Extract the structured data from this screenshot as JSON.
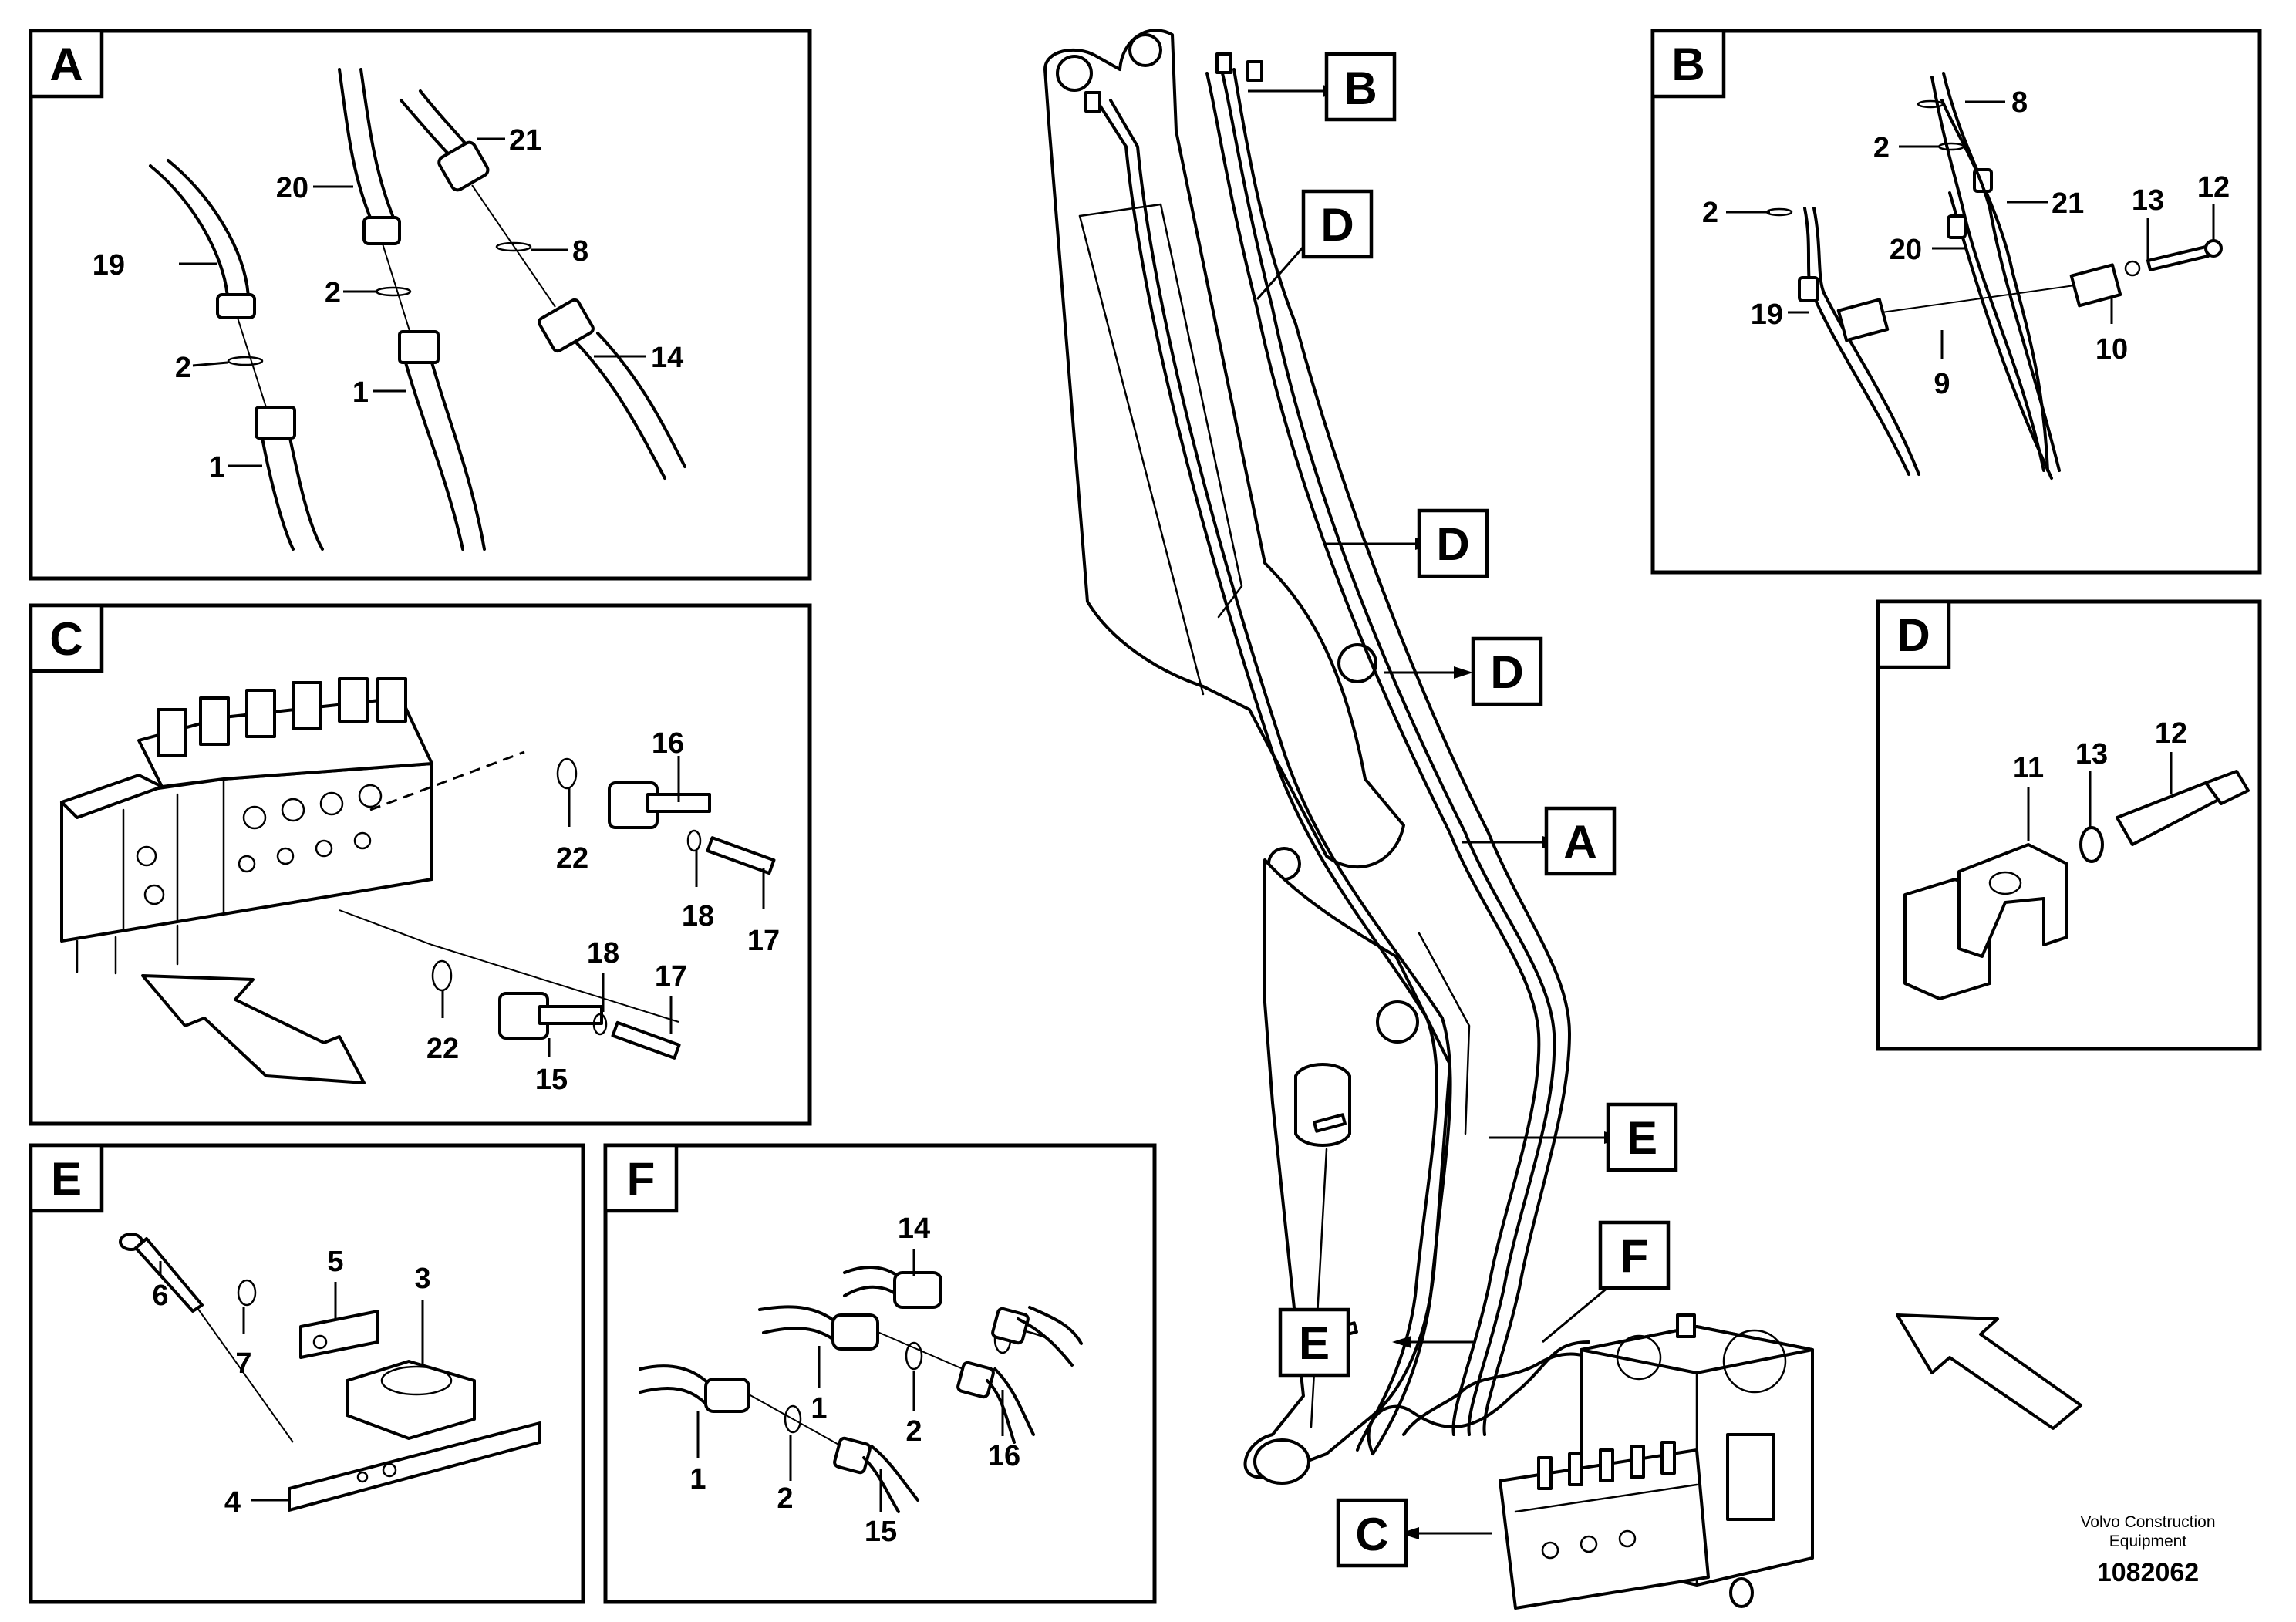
{
  "panels": {
    "A": {
      "tag": "A",
      "parts": [
        "19",
        "2",
        "1",
        "20",
        "2",
        "1",
        "21",
        "8",
        "14"
      ]
    },
    "B": {
      "tag": "B",
      "parts": [
        "8",
        "2",
        "2",
        "21",
        "20",
        "19",
        "13",
        "12",
        "10",
        "9"
      ]
    },
    "C": {
      "tag": "C",
      "parts": [
        "16",
        "22",
        "18",
        "17",
        "18",
        "17",
        "22",
        "15"
      ]
    },
    "D": {
      "tag": "D",
      "parts": [
        "11",
        "13",
        "12"
      ]
    },
    "E": {
      "tag": "E",
      "parts": [
        "6",
        "5",
        "3",
        "7",
        "4"
      ]
    },
    "F": {
      "tag": "F",
      "parts": [
        "14",
        "1",
        "2",
        "16",
        "1",
        "2",
        "15"
      ]
    }
  },
  "callouts": [
    "B",
    "D",
    "D",
    "D",
    "A",
    "E",
    "E",
    "F",
    "C"
  ],
  "footer": {
    "brand_line1": "Volvo Construction",
    "brand_line2": "Equipment",
    "doc_number": "1082062"
  }
}
